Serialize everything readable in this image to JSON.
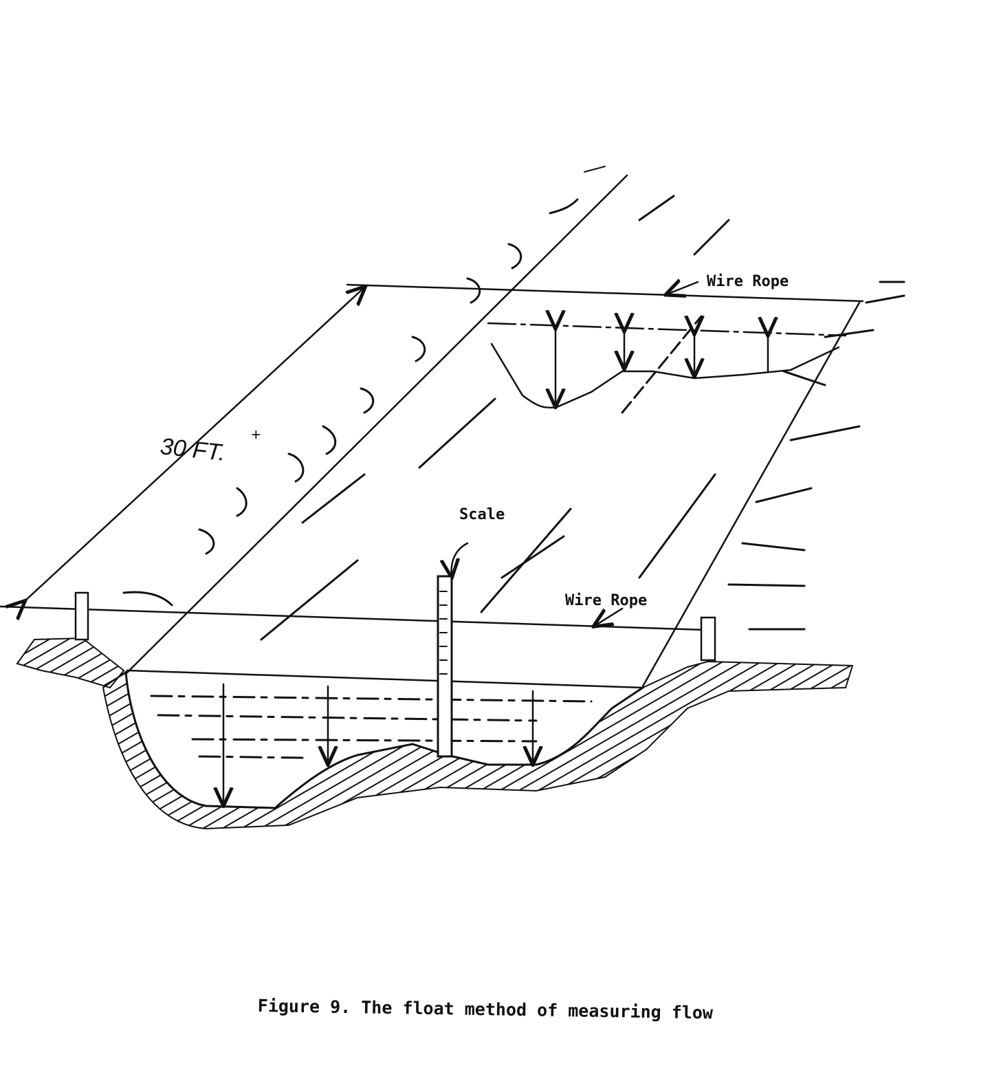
{
  "figure": {
    "caption": "Figure 9. The float method of measuring flow",
    "labels": {
      "wire_rope_top": "Wire Rope",
      "wire_rope_bottom": "Wire Rope",
      "scale": "Scale",
      "distance": "30 FT.",
      "distance_sup": "+"
    }
  }
}
